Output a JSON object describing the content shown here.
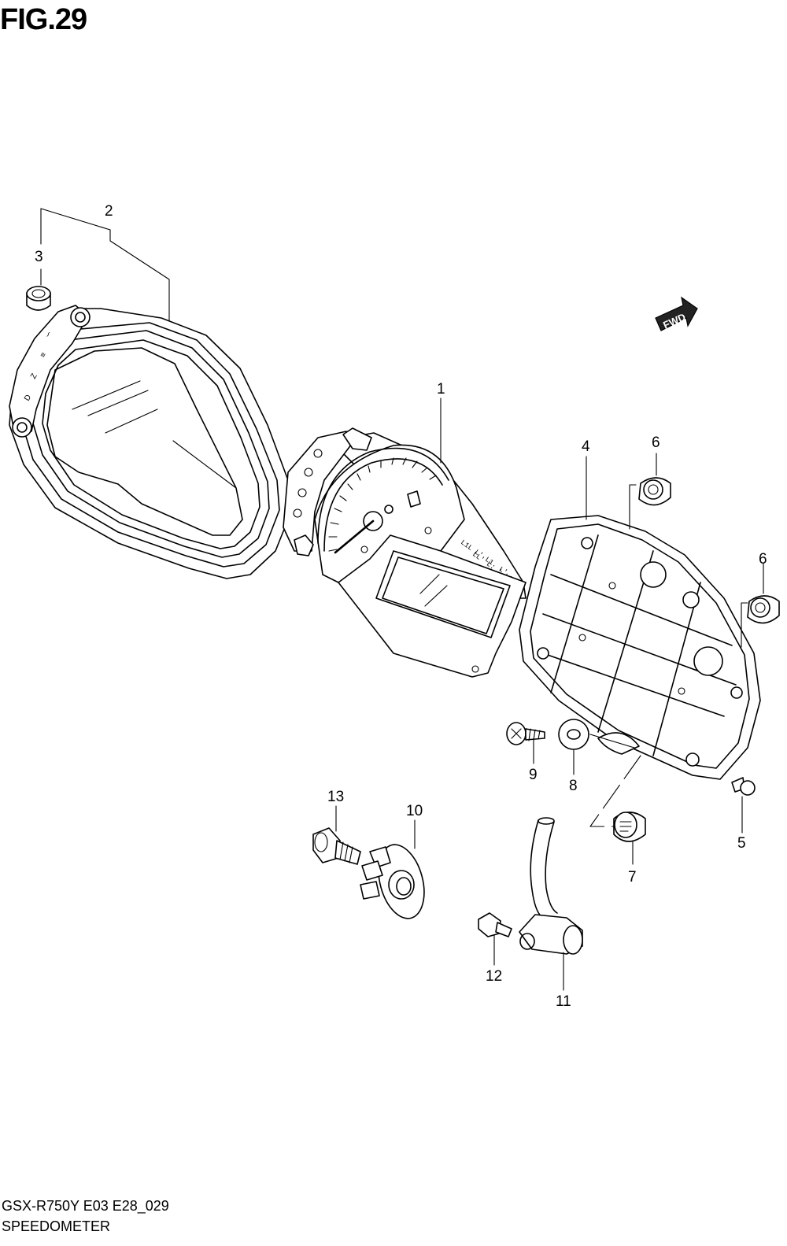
{
  "figure": {
    "title": "FIG.29",
    "model_code": "GSX-R750Y E03 E28_029",
    "section_name": "SPEEDOMETER"
  },
  "direction_marker": {
    "label": "FWD",
    "icon": "fwd-arrow-icon"
  },
  "callouts": [
    {
      "number": "1",
      "part": "meter-assembly"
    },
    {
      "number": "2",
      "part": "meter-case"
    },
    {
      "number": "3",
      "part": "case-cushion"
    },
    {
      "number": "4",
      "part": "lower-case"
    },
    {
      "number": "5",
      "part": "case-screw"
    },
    {
      "number": "6",
      "part": "mount-cushion"
    },
    {
      "number": "6",
      "part": "mount-cushion"
    },
    {
      "number": "7",
      "part": "lower-cushion"
    },
    {
      "number": "8",
      "part": "washer"
    },
    {
      "number": "9",
      "part": "screw"
    },
    {
      "number": "10",
      "part": "speedometer-gear"
    },
    {
      "number": "11",
      "part": "speed-sensor"
    },
    {
      "number": "12",
      "part": "sensor-bolt"
    },
    {
      "number": "13",
      "part": "gear-bolt"
    }
  ]
}
